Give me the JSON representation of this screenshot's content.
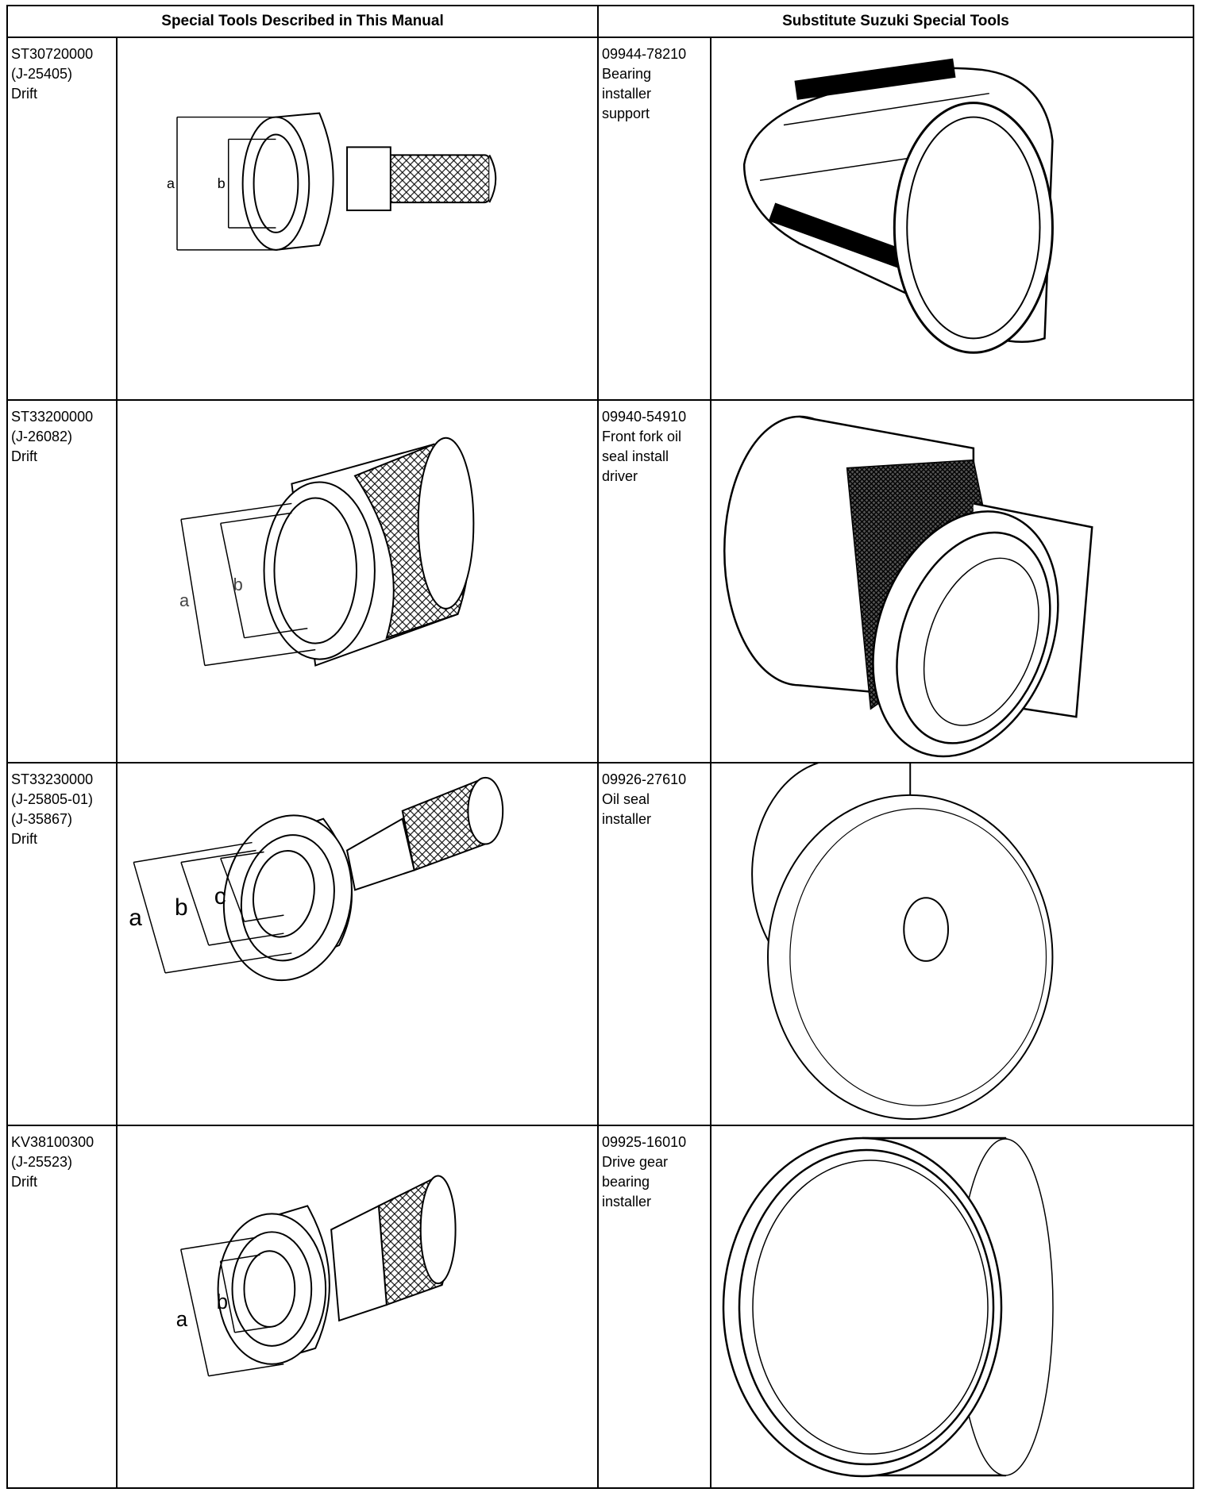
{
  "header": {
    "left": "Special Tools Described in This Manual",
    "right": "Substitute Suzuki Special Tools"
  },
  "rows": [
    {
      "tool": {
        "number": "ST30720000",
        "lines": [
          "(J-25405)",
          "Drift"
        ]
      },
      "dim_labels": [
        "a",
        "b"
      ],
      "substitute": {
        "number": "09944-78210",
        "lines": [
          "Bearing",
          "installer",
          "support"
        ]
      }
    },
    {
      "tool": {
        "number": "ST33200000",
        "lines": [
          "(J-26082)",
          "Drift"
        ]
      },
      "dim_labels": [
        "a",
        "b"
      ],
      "substitute": {
        "number": "09940-54910",
        "lines": [
          "Front fork oil",
          "seal install",
          "driver"
        ]
      }
    },
    {
      "tool": {
        "number": "ST33230000",
        "lines": [
          "(J-25805-01)",
          "(J-35867)",
          "Drift"
        ]
      },
      "dim_labels": [
        "a",
        "b",
        "c"
      ],
      "substitute": {
        "number": "09926-27610",
        "lines": [
          "Oil seal",
          "installer"
        ]
      }
    },
    {
      "tool": {
        "number": "KV38100300",
        "lines": [
          "(J-25523)",
          "Drift"
        ]
      },
      "dim_labels": [
        "a",
        "b"
      ],
      "substitute": {
        "number": "09925-16010",
        "lines": [
          "Drive gear",
          "bearing",
          "installer"
        ]
      }
    }
  ],
  "colors": {
    "ink": "#000000",
    "paper": "#ffffff"
  }
}
